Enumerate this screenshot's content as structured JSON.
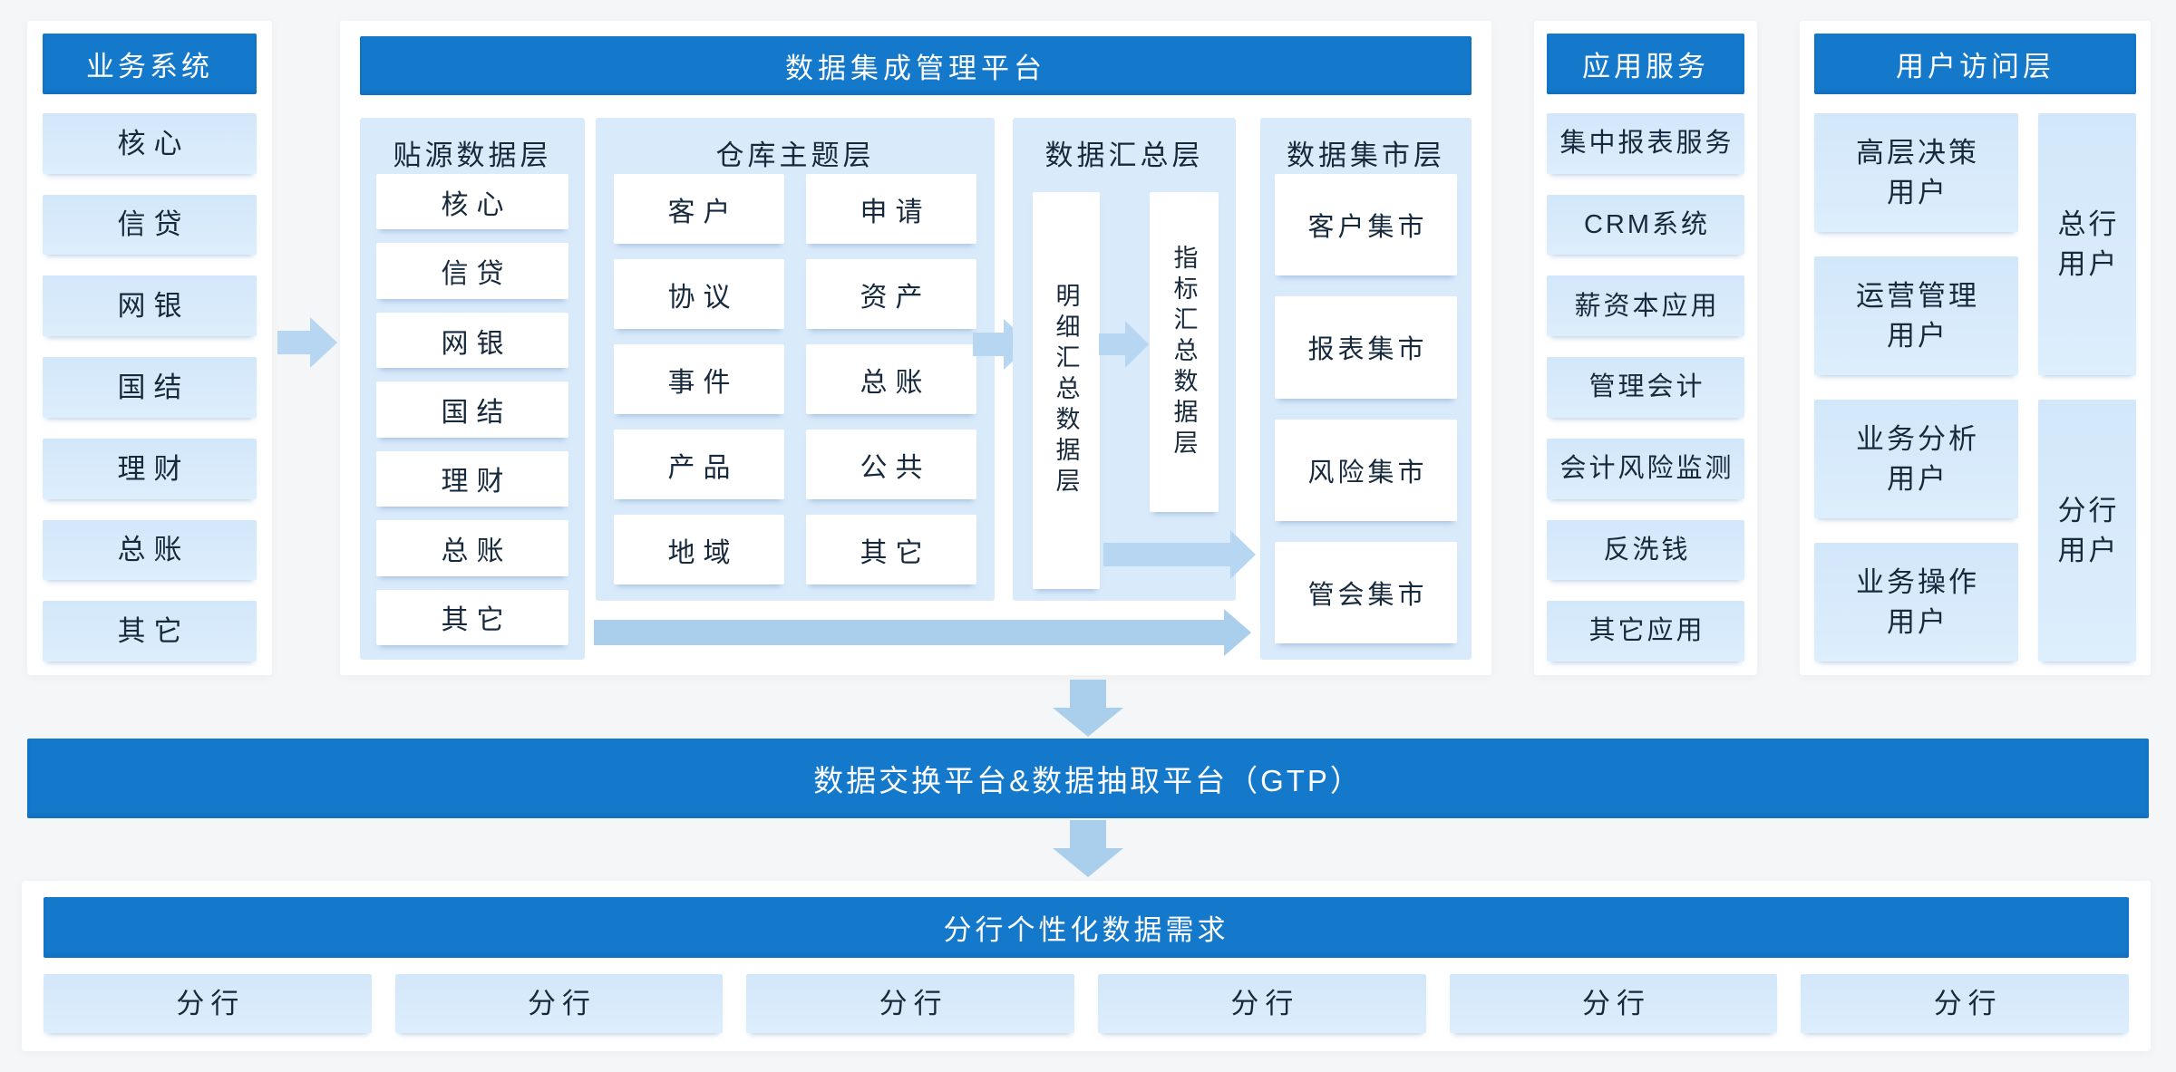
{
  "colors": {
    "primary_blue": "#1478CB",
    "panel_blue": "#D9EAFB",
    "item_blue_top": "#D2E7FA",
    "item_blue_bottom": "#DDEEFC",
    "arrow_blue": "#B6D6F1",
    "arrow_blue_dark": "#A9CFED",
    "text_dark": "#17293C",
    "bg": "#F5F6F7"
  },
  "business_systems": {
    "title": "业务系统",
    "items": [
      "核心",
      "信贷",
      "网银",
      "国结",
      "理财",
      "总账",
      "其它"
    ]
  },
  "platform": {
    "title": "数据集成管理平台",
    "source_layer": {
      "title": "贴源数据层",
      "items": [
        "核心",
        "信贷",
        "网银",
        "国结",
        "理财",
        "总账",
        "其它"
      ]
    },
    "warehouse_layer": {
      "title": "仓库主题层",
      "items": [
        "客户",
        "申请",
        "协议",
        "资产",
        "事件",
        "总账",
        "产品",
        "公共",
        "地域",
        "其它"
      ]
    },
    "summary_layer": {
      "title": "数据汇总层",
      "detail_box": "明细汇总数据层",
      "indicator_box": "指标汇总数据层"
    },
    "mart_layer": {
      "title": "数据集市层",
      "items": [
        "客户集市",
        "报表集市",
        "风险集市",
        "管会集市"
      ]
    }
  },
  "app_services": {
    "title": "应用服务",
    "items": [
      "集中报表服务",
      "CRM系统",
      "薪资本应用",
      "管理会计",
      "会计风险监测",
      "反洗钱",
      "其它应用"
    ]
  },
  "user_access": {
    "title": "用户访问层",
    "left_items": [
      "高层决策\n用户",
      "运营管理\n用户",
      "业务分析\n用户",
      "业务操作\n用户"
    ],
    "right_items": [
      "总行\n用户",
      "分行\n用户"
    ]
  },
  "gtp_banner": "数据交换平台&数据抽取平台（GTP）",
  "branch_section": {
    "title": "分行个性化数据需求",
    "items": [
      "分行",
      "分行",
      "分行",
      "分行",
      "分行",
      "分行"
    ]
  }
}
